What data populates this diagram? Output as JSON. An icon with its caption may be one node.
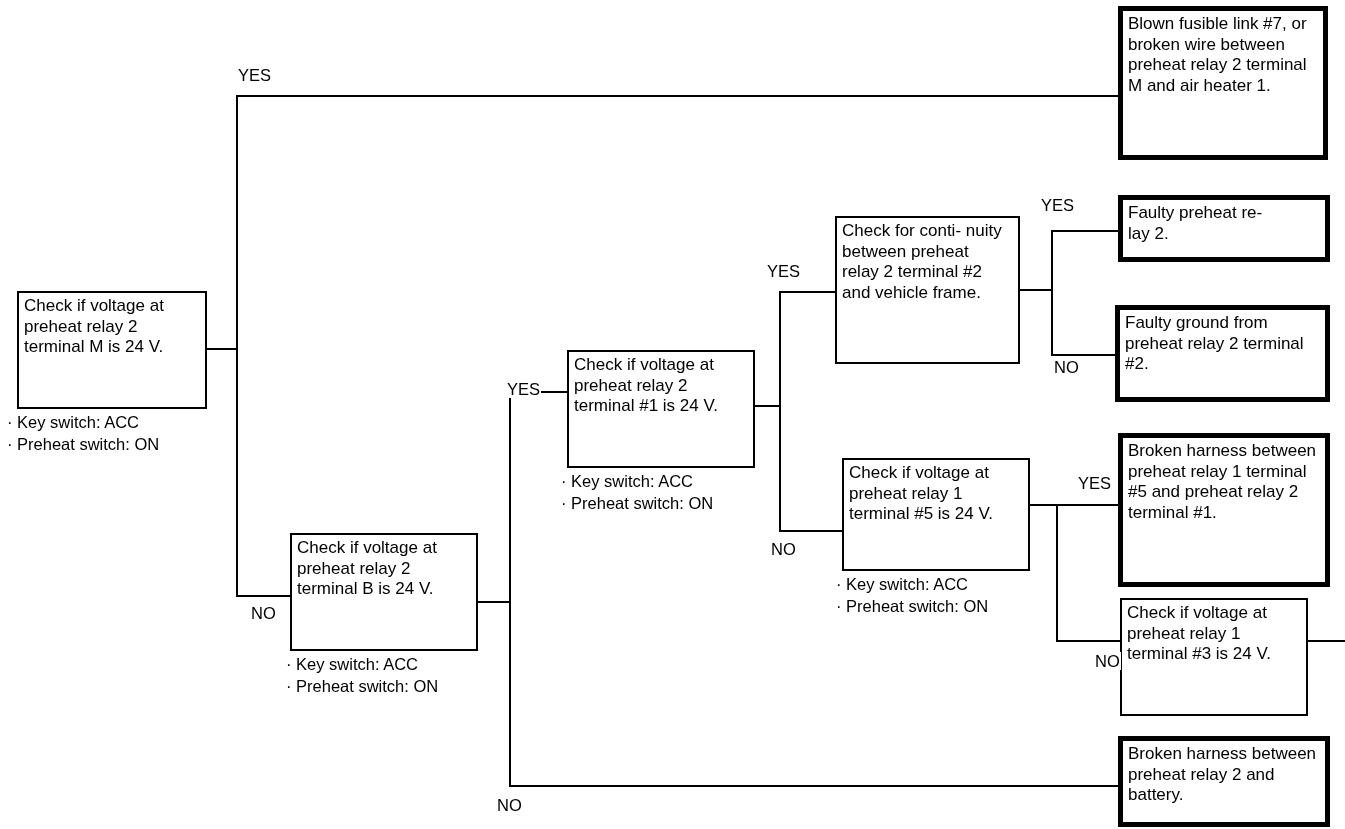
{
  "diagram": {
    "nodes": [
      {
        "text": [
          "Check if voltage at preheat relay 2 terminal M is 24 V."
        ],
        "beside": [
          "· Key switch: ACC",
          "· Preheat switch: ON"
        ]
      },
      {
        "text": [
          "Blown fusible link #7, or broken wire between preheat relay 2 terminal M and air heater 1."
        ]
      },
      {
        "text": [
          "Check if voltage at preheat relay 2 terminal B is 24 V."
        ],
        "beside": [
          "· Key switch: ACC",
          "· Preheat switch: ON"
        ]
      },
      {
        "text": [
          "Check if voltage at preheat relay 2 terminal #1 is 24 V."
        ],
        "beside": [
          "· Key switch: ACC",
          "· Preheat switch: ON"
        ]
      },
      {
        "text": [
          "Check for conti- nuity between preheat relay 2 terminal #2 and vehicle frame."
        ]
      },
      {
        "text": [
          "Faulty preheat re- lay 2."
        ]
      },
      {
        "text": [
          "Faulty ground from preheat relay 2 terminal #2."
        ]
      },
      {
        "text": [
          "Check if voltage at preheat relay 1 terminal #5 is 24 V."
        ],
        "beside": [
          "· Key switch: ACC",
          "· Preheat switch: ON"
        ]
      },
      {
        "text": [
          "Broken harness between preheat relay 1 terminal #5 and preheat relay 2 terminal #1."
        ]
      },
      {
        "text": [
          "Check if voltage at preheat relay 1 terminal #3 is 24 V."
        ]
      },
      {
        "text": [
          "Broken harness between preheat relay 2 and battery."
        ]
      }
    ],
    "edges": [
      {
        "from": 0,
        "to": 1,
        "arrow": "none",
        "label": "YES"
      },
      {
        "from": 0,
        "to": 2,
        "arrow": "none",
        "label": "NO"
      },
      {
        "from": 2,
        "to": 3,
        "arrow": "none",
        "label": "YES"
      },
      {
        "from": 2,
        "to": 10,
        "arrow": "none",
        "label": "NO"
      },
      {
        "from": 3,
        "to": 4,
        "arrow": "none",
        "label": "YES"
      },
      {
        "from": 3,
        "to": 7,
        "arrow": "none",
        "label": "NO"
      },
      {
        "from": 4,
        "to": 5,
        "arrow": "none",
        "label": "YES"
      },
      {
        "from": 4,
        "to": 6,
        "arrow": "none",
        "label": "NO"
      },
      {
        "from": 7,
        "to": 8,
        "arrow": "none",
        "label": "YES"
      },
      {
        "from": 7,
        "to": 9,
        "arrow": "none",
        "label": "NO"
      },
      {
        "from": 9,
        "to": null,
        "arrow": "none"
      }
    ]
  }
}
